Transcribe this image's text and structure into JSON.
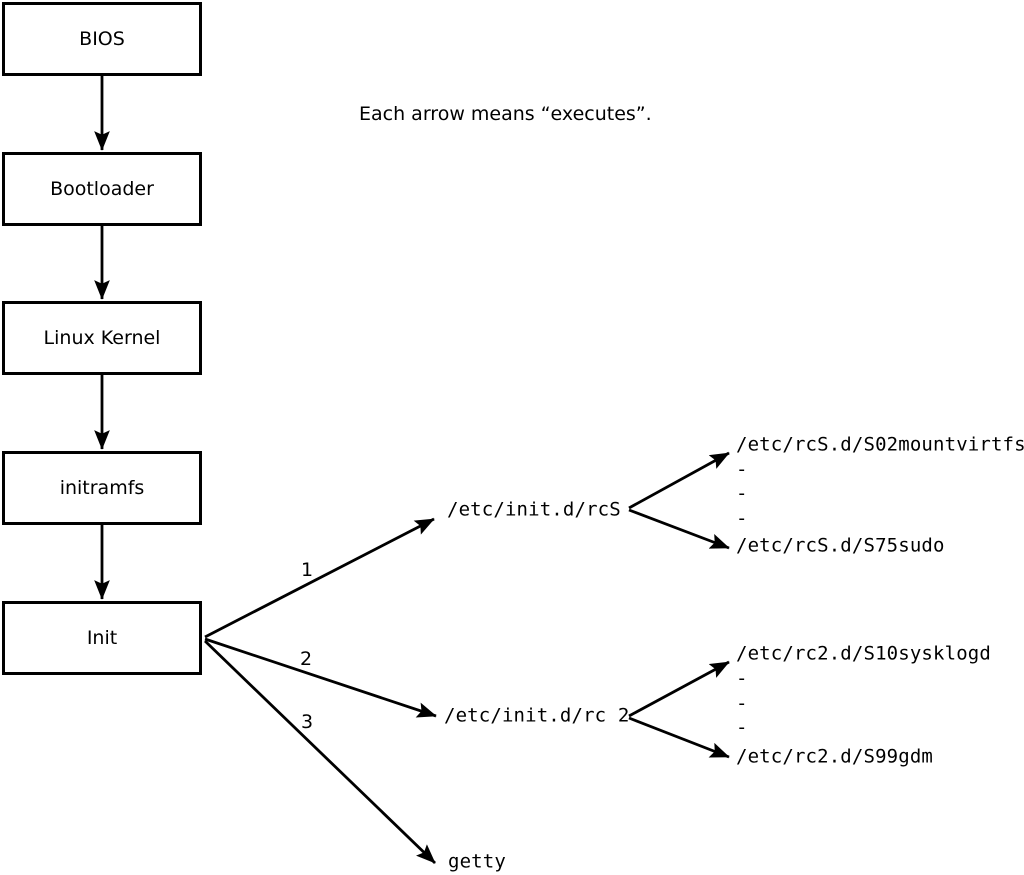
{
  "note": "Each arrow means “executes”.",
  "colors": {
    "background": "#ffffff",
    "line": "#000000",
    "box_fill": "#ffffff",
    "box_border": "#000000"
  },
  "chain": [
    {
      "label": "BIOS"
    },
    {
      "label": "Bootloader"
    },
    {
      "label": "Linux Kernel"
    },
    {
      "label": "initramfs"
    },
    {
      "label": "Init"
    }
  ],
  "branch_labels": [
    "1",
    "2",
    "3"
  ],
  "tree": {
    "rcS": {
      "label": "/etc/init.d/rcS",
      "children": [
        "/etc/rcS.d/S02mountvirtfs",
        "-",
        "-",
        "-",
        "/etc/rcS.d/S75sudo"
      ]
    },
    "rc2": {
      "label": "/etc/init.d/rc 2",
      "children": [
        "/etc/rc2.d/S10sysklogd",
        "-",
        "-",
        "-",
        "/etc/rc2.d/S99gdm"
      ]
    },
    "getty": {
      "label": "getty"
    }
  }
}
